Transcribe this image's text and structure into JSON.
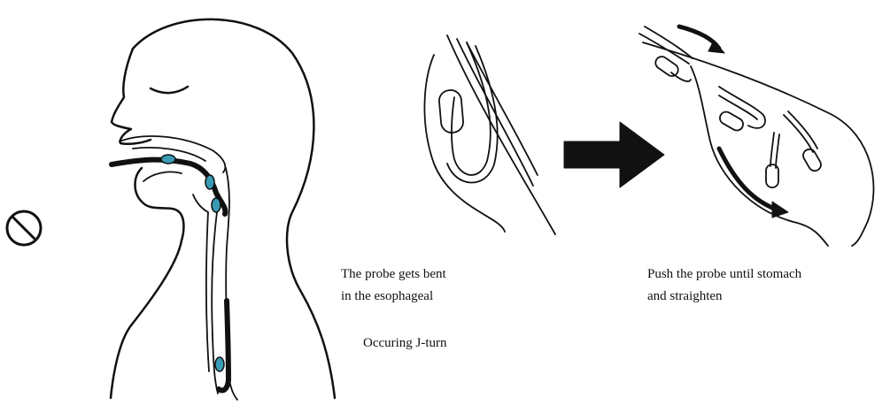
{
  "captions": {
    "bent_line1": "The probe gets bent",
    "bent_line2": "in the esophageal",
    "push_line1": "Push the probe until stomach",
    "push_line2": "and straighten",
    "jturn": "Occuring J-turn"
  },
  "icons": {
    "prohibited": "prohibited-icon",
    "arrow": "right-arrow-icon",
    "probe_tip": "probe-tip-icon"
  },
  "colors": {
    "line": "#111111",
    "probe_tip": "#3a9bb5"
  }
}
